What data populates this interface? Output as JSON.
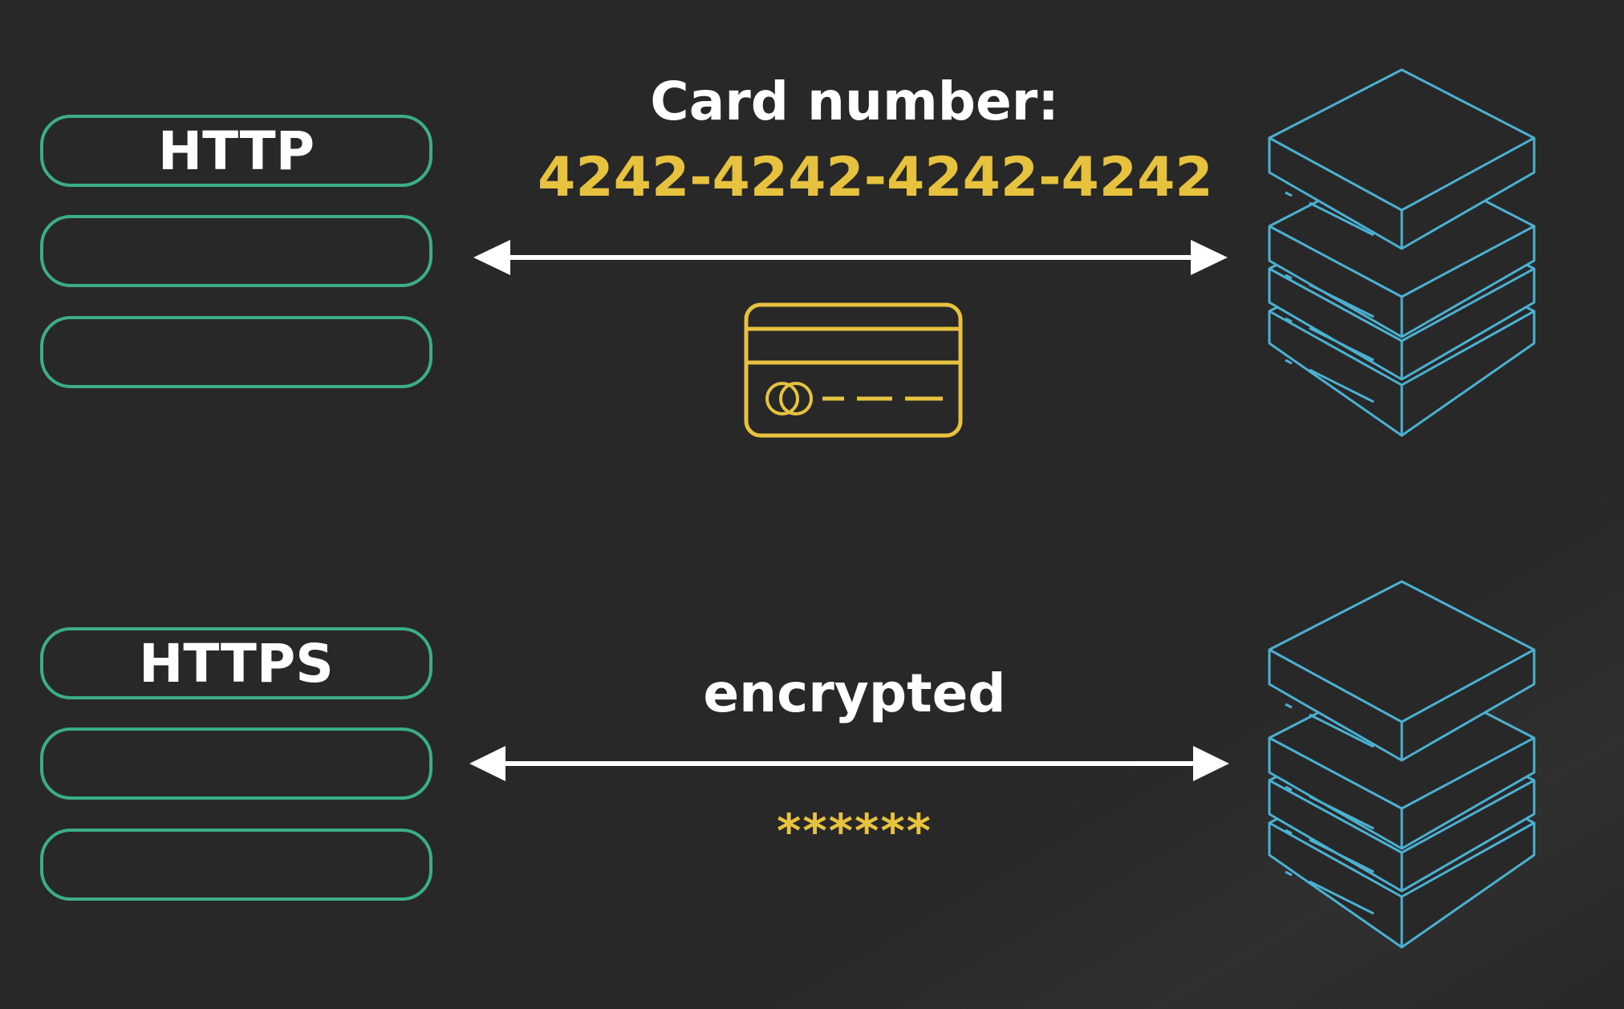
{
  "http_section": {
    "protocol_label": "HTTP",
    "caption_title": "Card number:",
    "caption_value": "4242-4242-4242-4242",
    "icon": "credit-card-icon",
    "server_icon": "server-stack-icon"
  },
  "https_section": {
    "protocol_label": "HTTPS",
    "caption_title": "encrypted",
    "caption_value": "******",
    "server_icon": "server-stack-icon"
  },
  "colors": {
    "background": "#282828",
    "layer_border": "#3cae86",
    "text": "#ffffff",
    "accent_yellow": "#e6c23e",
    "server_blue": "#4bb1d3",
    "arrow": "#ffffff"
  }
}
